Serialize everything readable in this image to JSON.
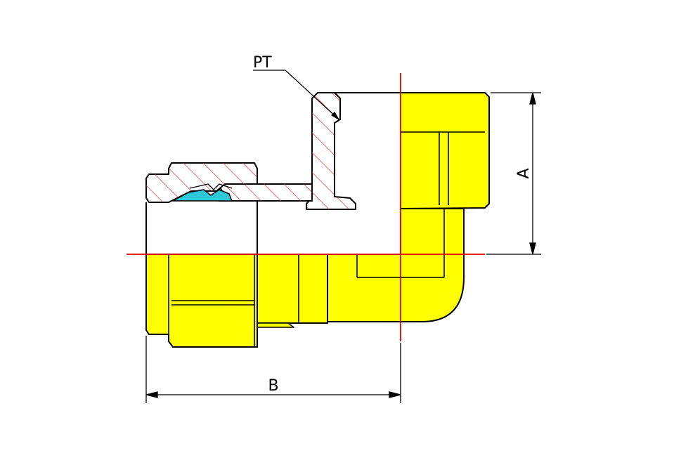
{
  "drawing": {
    "labels": {
      "thread": "PT",
      "height_dim": "A",
      "length_dim": "B"
    },
    "colors": {
      "body_fill": "#ffff00",
      "section_hatch": "#e03030",
      "seal_ring": "#2ec8d8",
      "centerline": "#e00000",
      "outline": "#000000",
      "background": "#ffffff"
    }
  }
}
